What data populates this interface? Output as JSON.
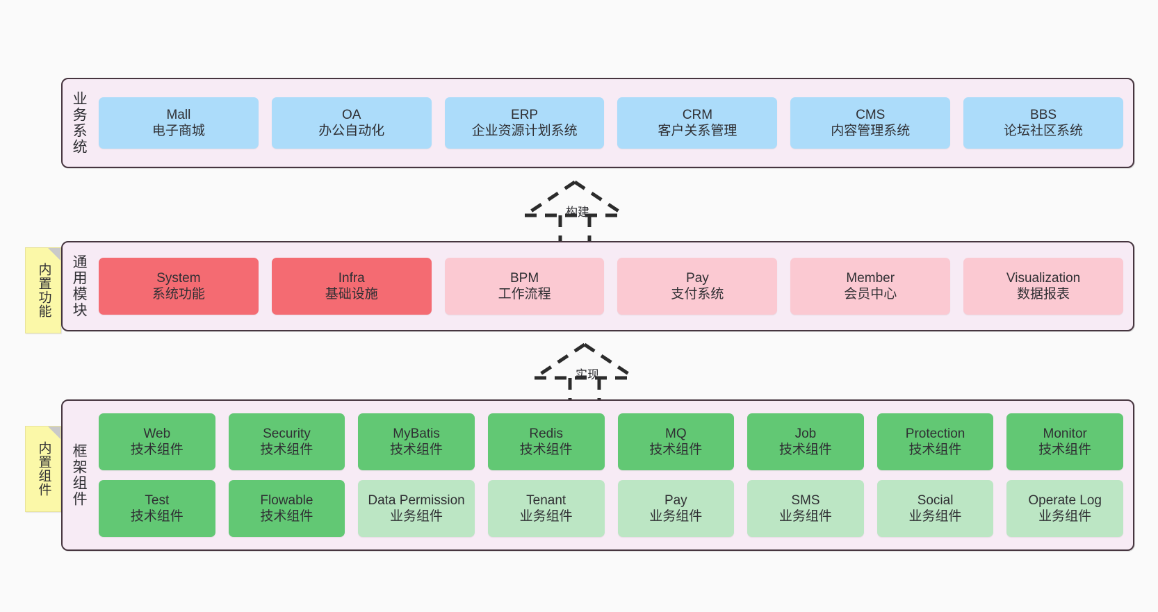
{
  "diagram": {
    "title": "",
    "colors": {
      "canvas_bg": "#FAFAFA",
      "layer_bg": "#F7EBF5",
      "layer_border": "#46353F",
      "business_box": "#ACDCFA",
      "module_core_box": "#F46B72",
      "module_box": "#FBC9D2",
      "tech_component_box": "#62C874",
      "biz_component_box": "#BCE6C4",
      "note_bg": "#FBF8A8",
      "note_fold": "#C9C9C9",
      "text": "#2F2F33"
    }
  },
  "layers": [
    {
      "id": "business",
      "label": "业务系统",
      "rows": [
        {
          "cells": [
            {
              "name": "Mall",
              "desc": "电子商城",
              "color": "#ACDCFA"
            },
            {
              "name": "OA",
              "desc": "办公自动化",
              "color": "#ACDCFA"
            },
            {
              "name": "ERP",
              "desc": "企业资源计划系统",
              "color": "#ACDCFA"
            },
            {
              "name": "CRM",
              "desc": "客户关系管理",
              "color": "#ACDCFA"
            },
            {
              "name": "CMS",
              "desc": "内容管理系统",
              "color": "#ACDCFA"
            },
            {
              "name": "BBS",
              "desc": "论坛社区系统",
              "color": "#ACDCFA"
            }
          ]
        }
      ]
    },
    {
      "id": "module",
      "label": "通用模块",
      "rows": [
        {
          "cells": [
            {
              "name": "System",
              "desc": "系统功能",
              "color": "#F46B72"
            },
            {
              "name": "Infra",
              "desc": "基础设施",
              "color": "#F46B72"
            },
            {
              "name": "BPM",
              "desc": "工作流程",
              "color": "#FBC9D2"
            },
            {
              "name": "Pay",
              "desc": "支付系统",
              "color": "#FBC9D2"
            },
            {
              "name": "Member",
              "desc": "会员中心",
              "color": "#FBC9D2"
            },
            {
              "name": "Visualization",
              "desc": "数据报表",
              "color": "#FBC9D2"
            }
          ]
        }
      ]
    },
    {
      "id": "framework",
      "label": "框架组件",
      "rows": [
        {
          "cells": [
            {
              "name": "Web",
              "desc": "技术组件",
              "color": "#62C874"
            },
            {
              "name": "Security",
              "desc": "技术组件",
              "color": "#62C874"
            },
            {
              "name": "MyBatis",
              "desc": "技术组件",
              "color": "#62C874"
            },
            {
              "name": "Redis",
              "desc": "技术组件",
              "color": "#62C874"
            },
            {
              "name": "MQ",
              "desc": "技术组件",
              "color": "#62C874"
            },
            {
              "name": "Job",
              "desc": "技术组件",
              "color": "#62C874"
            },
            {
              "name": "Protection",
              "desc": "技术组件",
              "color": "#62C874"
            },
            {
              "name": "Monitor",
              "desc": "技术组件",
              "color": "#62C874"
            }
          ]
        },
        {
          "cells": [
            {
              "name": "Test",
              "desc": "技术组件",
              "color": "#62C874"
            },
            {
              "name": "Flowable",
              "desc": "技术组件",
              "color": "#62C874"
            },
            {
              "name": "Data Permission",
              "desc": "业务组件",
              "color": "#BCE6C4"
            },
            {
              "name": "Tenant",
              "desc": "业务组件",
              "color": "#BCE6C4"
            },
            {
              "name": "Pay",
              "desc": "业务组件",
              "color": "#BCE6C4"
            },
            {
              "name": "SMS",
              "desc": "业务组件",
              "color": "#BCE6C4"
            },
            {
              "name": "Social",
              "desc": "业务组件",
              "color": "#BCE6C4"
            },
            {
              "name": "Operate Log",
              "desc": "业务组件",
              "color": "#BCE6C4"
            }
          ]
        }
      ]
    }
  ],
  "notes": [
    {
      "id": "builtin-feature",
      "label": "内置功能"
    },
    {
      "id": "builtin-component",
      "label": "内置组件"
    }
  ],
  "connectors": [
    {
      "id": "build",
      "label": "构建",
      "style": "dashed-hollow-arrow-up"
    },
    {
      "id": "impl",
      "label": "实现",
      "style": "dashed-hollow-arrow-up"
    }
  ]
}
